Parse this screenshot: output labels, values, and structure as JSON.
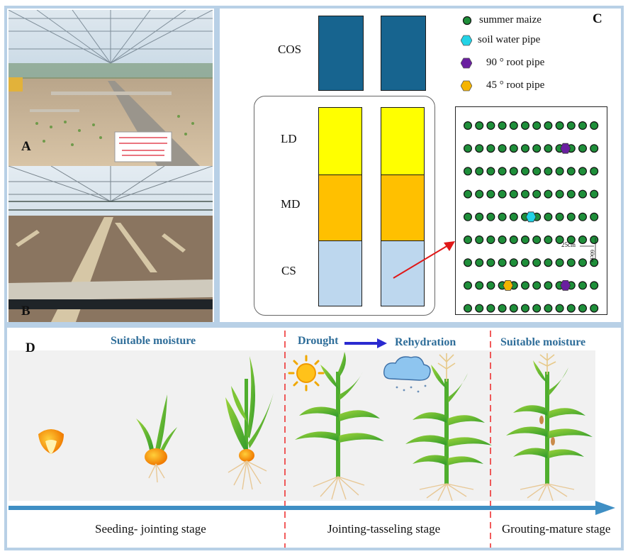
{
  "panel_a": {
    "label": "A"
  },
  "panel_b": {
    "label": "B"
  },
  "panel_c": {
    "label": "C",
    "treatments": [
      "COS",
      "LD",
      "MD",
      "CS"
    ],
    "legend": [
      {
        "label": "summer maize",
        "color": "#1f8f3a",
        "icon": "circle-icon"
      },
      {
        "label": "soil water pipe",
        "color": "#22d3e6",
        "icon": "hexagon-icon"
      },
      {
        "label": "90 ° root pipe",
        "color": "#6a1fa0",
        "icon": "hexagon-icon"
      },
      {
        "label": "45 ° root pipe",
        "color": "#f5b400",
        "icon": "hexagon-icon"
      }
    ],
    "spacing_x": "25cm",
    "spacing_y": "60cm",
    "colors": {
      "cos": "#17648f",
      "ld": "#ffff00",
      "md": "#ffc000",
      "cs": "#bdd7ee"
    }
  },
  "panel_d": {
    "label": "D",
    "titles": {
      "suitable_1": "Suitable moisture",
      "drought": "Drought",
      "rehydration": "Rehydration",
      "suitable_2": "Suitable moisture"
    },
    "stages": [
      "Seeding- jointing stage",
      "Jointing-tasseling stage",
      "Grouting-mature stage"
    ]
  }
}
